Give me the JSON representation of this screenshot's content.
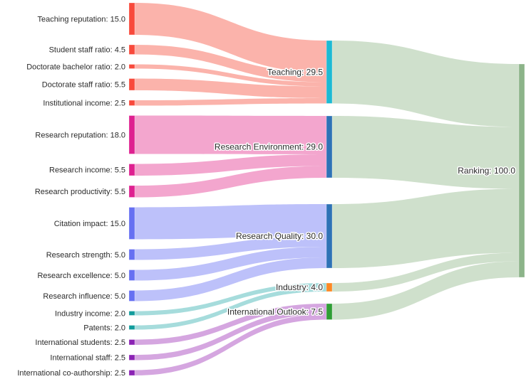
{
  "chart_data": {
    "type": "sankey",
    "title": "",
    "legend": "none",
    "background_color": "#ffffff",
    "label_text_color": "#2b2b2b",
    "columns": [
      "criteria",
      "pillars",
      "overall"
    ],
    "total": 100.0,
    "nodes": [
      {
        "id": "teaching_reputation",
        "label": "Teaching reputation: 15.0",
        "value": 15.0,
        "column": 0,
        "color": "#F8493B"
      },
      {
        "id": "student_staff_ratio",
        "label": "Student staff ratio: 4.5",
        "value": 4.5,
        "column": 0,
        "color": "#F8493B"
      },
      {
        "id": "doctorate_bachelor_ratio",
        "label": "Doctorate bachelor ratio: 2.0",
        "value": 2.0,
        "column": 0,
        "color": "#F8493B"
      },
      {
        "id": "doctorate_staff_ratio",
        "label": "Doctorate staff ratio: 5.5",
        "value": 5.5,
        "column": 0,
        "color": "#F8493B"
      },
      {
        "id": "institutional_income",
        "label": "Institutional income: 2.5",
        "value": 2.5,
        "column": 0,
        "color": "#F8493B"
      },
      {
        "id": "research_reputation",
        "label": "Research reputation: 18.0",
        "value": 18.0,
        "column": 0,
        "color": "#DE2090"
      },
      {
        "id": "research_income",
        "label": "Research income: 5.5",
        "value": 5.5,
        "column": 0,
        "color": "#DE2090"
      },
      {
        "id": "research_productivity",
        "label": "Research productivity: 5.5",
        "value": 5.5,
        "column": 0,
        "color": "#DE2090"
      },
      {
        "id": "citation_impact",
        "label": "Citation impact: 15.0",
        "value": 15.0,
        "column": 0,
        "color": "#6670F2"
      },
      {
        "id": "research_strength",
        "label": "Research strength: 5.0",
        "value": 5.0,
        "column": 0,
        "color": "#6670F2"
      },
      {
        "id": "research_excellence",
        "label": "Research excellence: 5.0",
        "value": 5.0,
        "column": 0,
        "color": "#6670F2"
      },
      {
        "id": "research_influence",
        "label": "Research influence: 5.0",
        "value": 5.0,
        "column": 0,
        "color": "#6670F2"
      },
      {
        "id": "industry_income",
        "label": "Industry income: 2.0",
        "value": 2.0,
        "column": 0,
        "color": "#119C9C"
      },
      {
        "id": "patents",
        "label": "Patents: 2.0",
        "value": 2.0,
        "column": 0,
        "color": "#119C9C"
      },
      {
        "id": "international_students",
        "label": "International students: 2.5",
        "value": 2.5,
        "column": 0,
        "color": "#8B22B4"
      },
      {
        "id": "international_staff",
        "label": "International staff: 2.5",
        "value": 2.5,
        "column": 0,
        "color": "#8B22B4"
      },
      {
        "id": "international_co_authorship",
        "label": "International co-authorship: 2.5",
        "value": 2.5,
        "column": 0,
        "color": "#8B22B4"
      },
      {
        "id": "teaching",
        "label": "Teaching: 29.5",
        "value": 29.5,
        "column": 1,
        "color": "#1DBAD3"
      },
      {
        "id": "research_environment",
        "label": "Research Environment: 29.0",
        "value": 29.0,
        "column": 1,
        "color": "#2E72B6"
      },
      {
        "id": "research_quality",
        "label": "Research Quality: 30.0",
        "value": 30.0,
        "column": 1,
        "color": "#2E72B6"
      },
      {
        "id": "industry",
        "label": "Industry: 4.0",
        "value": 4.0,
        "column": 1,
        "color": "#FD8824"
      },
      {
        "id": "international_outlook",
        "label": "International Outlook: 7.5",
        "value": 7.5,
        "column": 1,
        "color": "#2F9E35"
      },
      {
        "id": "ranking",
        "label": "Ranking: 100.0",
        "value": 100.0,
        "column": 2,
        "color": "#8CB489"
      }
    ],
    "links": [
      {
        "source": "teaching_reputation",
        "target": "teaching",
        "value": 15.0,
        "color": "#FBB3AB"
      },
      {
        "source": "student_staff_ratio",
        "target": "teaching",
        "value": 4.5,
        "color": "#FBB3AB"
      },
      {
        "source": "doctorate_bachelor_ratio",
        "target": "teaching",
        "value": 2.0,
        "color": "#FBB3AB"
      },
      {
        "source": "doctorate_staff_ratio",
        "target": "teaching",
        "value": 5.5,
        "color": "#FBB3AB"
      },
      {
        "source": "institutional_income",
        "target": "teaching",
        "value": 2.5,
        "color": "#FBB3AB"
      },
      {
        "source": "research_reputation",
        "target": "research_environment",
        "value": 18.0,
        "color": "#F3A6CE"
      },
      {
        "source": "research_income",
        "target": "research_environment",
        "value": 5.5,
        "color": "#F3A6CE"
      },
      {
        "source": "research_productivity",
        "target": "research_environment",
        "value": 5.5,
        "color": "#F3A6CE"
      },
      {
        "source": "citation_impact",
        "target": "research_quality",
        "value": 15.0,
        "color": "#BDC1FA"
      },
      {
        "source": "research_strength",
        "target": "research_quality",
        "value": 5.0,
        "color": "#BDC1FA"
      },
      {
        "source": "research_excellence",
        "target": "research_quality",
        "value": 5.0,
        "color": "#BDC1FA"
      },
      {
        "source": "research_influence",
        "target": "research_quality",
        "value": 5.0,
        "color": "#BDC1FA"
      },
      {
        "source": "industry_income",
        "target": "industry",
        "value": 2.0,
        "color": "#A6DCDC"
      },
      {
        "source": "patents",
        "target": "industry",
        "value": 2.0,
        "color": "#A6DCDC"
      },
      {
        "source": "international_students",
        "target": "international_outlook",
        "value": 2.5,
        "color": "#D5A6E0"
      },
      {
        "source": "international_staff",
        "target": "international_outlook",
        "value": 2.5,
        "color": "#D5A6E0"
      },
      {
        "source": "international_co_authorship",
        "target": "international_outlook",
        "value": 2.5,
        "color": "#D5A6E0"
      },
      {
        "source": "teaching",
        "target": "ranking",
        "value": 29.5,
        "color": "#CFE0CC"
      },
      {
        "source": "research_environment",
        "target": "ranking",
        "value": 29.0,
        "color": "#CFE0CC"
      },
      {
        "source": "research_quality",
        "target": "ranking",
        "value": 30.0,
        "color": "#CFE0CC"
      },
      {
        "source": "industry",
        "target": "ranking",
        "value": 4.0,
        "color": "#CFE0CC"
      },
      {
        "source": "international_outlook",
        "target": "ranking",
        "value": 7.5,
        "color": "#CFE0CC"
      }
    ]
  }
}
